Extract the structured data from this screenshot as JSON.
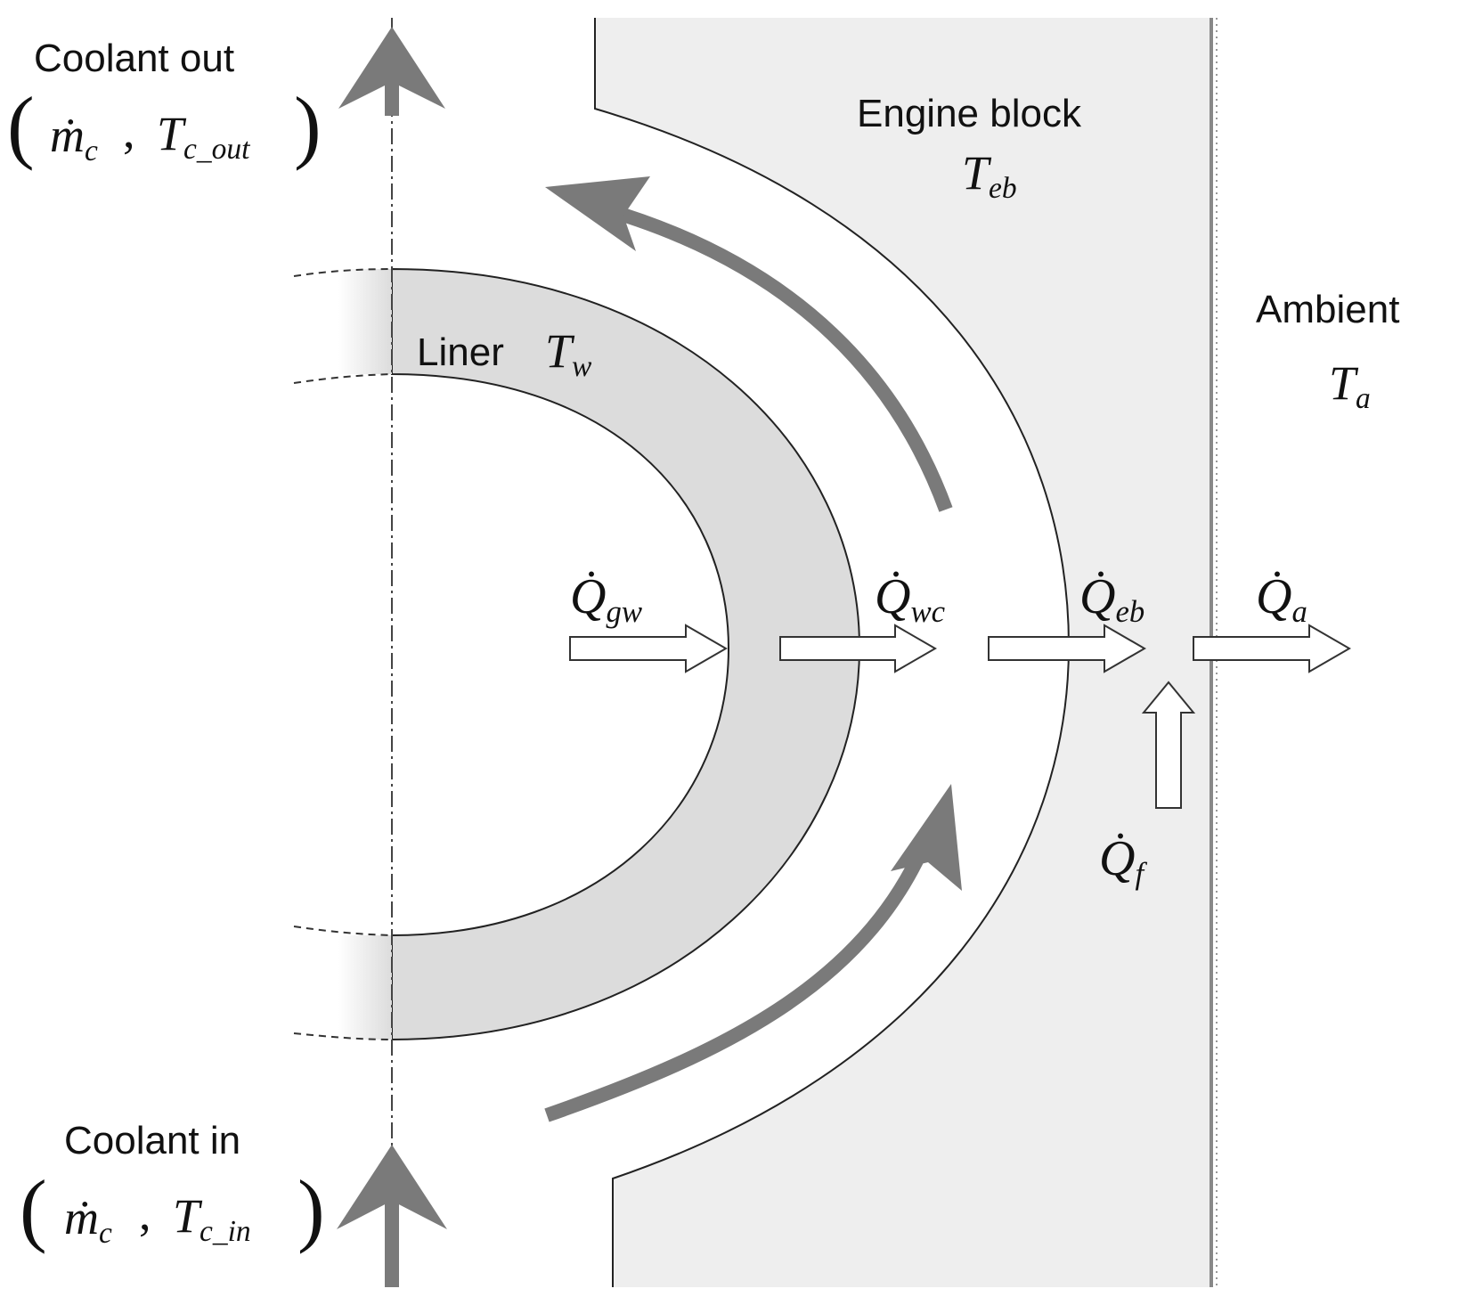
{
  "labels": {
    "coolant_out": "Coolant out",
    "coolant_in": "Coolant in",
    "engine_block": "Engine block",
    "ambient": "Ambient",
    "liner": "Liner"
  },
  "symbols": {
    "m_c": {
      "base": "ṁ",
      "sub": "c"
    },
    "T_c_out": {
      "base": "T",
      "sub": "c_out"
    },
    "T_c_in": {
      "base": "T",
      "sub": "c_in"
    },
    "T_eb": {
      "base": "T",
      "sub": "eb"
    },
    "T_a": {
      "base": "T",
      "sub": "a"
    },
    "T_w": {
      "base": "T",
      "sub": "w"
    },
    "Q_gw": {
      "base": "Q̇",
      "sub": "gw"
    },
    "Q_wc": {
      "base": "Q̇",
      "sub": "wc"
    },
    "Q_eb": {
      "base": "Q̇",
      "sub": "eb"
    },
    "Q_a": {
      "base": "Q̇",
      "sub": "a"
    },
    "Q_f": {
      "base": "Q̇",
      "sub": "f"
    }
  },
  "punctuation": {
    "open_paren": "(",
    "close_paren": ")",
    "comma": ","
  },
  "colors": {
    "block_fill": "#eeeeee",
    "liner_fill": "#dcdcdc",
    "flow_arrow": "#7a7a7a",
    "outline": "#222222"
  }
}
